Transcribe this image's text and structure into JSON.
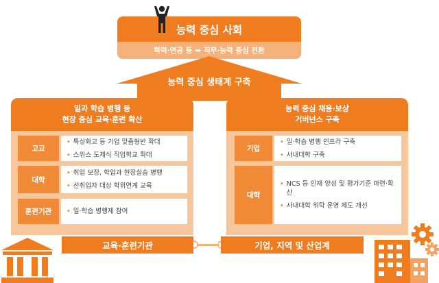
{
  "top": {
    "title": "능력 중심 사회",
    "subtitle_from": "학력·연공 등",
    "subtitle_to": "직무·능력 중심 전환",
    "arrow_glyph": "➡"
  },
  "ecosystem": {
    "label": "능력 중심 생태계 구축"
  },
  "left_panel": {
    "title_line1": "일과 학습 병행 등",
    "title_line2": "현장 중심 교육·훈련 확산",
    "rows": [
      {
        "label": "고교",
        "items": [
          "특성화고 등 기업 맞춤형반 확대",
          "스위스 도제식 직업학교 확대"
        ]
      },
      {
        "label": "대학",
        "items": [
          "취업 보장, 학업과 현장실습 병행",
          "선취업자 대상 학위연계 교육"
        ]
      },
      {
        "label": "훈련기관",
        "items": [
          "일·학습 병행제 참여"
        ]
      }
    ]
  },
  "right_panel": {
    "title_line1": "능력 중심 채용·보상",
    "title_line2": "거버넌스 구축",
    "rows": [
      {
        "label": "기업",
        "items": [
          "일·학습 병행 인프라 구축",
          "사내대학 구축"
        ]
      },
      {
        "label": "대학",
        "items": [
          "NCS 등 인재 양성 및 평가기준 마련·확산",
          "사내대학 위탁 운영 제도 개선"
        ]
      }
    ]
  },
  "bottom": {
    "left_label": "교육·훈련기관",
    "right_label": "기업, 지역 및 산업계"
  },
  "bullet_glyph": "•",
  "colors": {
    "accent": "#ef7d1f",
    "light": "#f6c79d",
    "label": "#f08a36"
  }
}
